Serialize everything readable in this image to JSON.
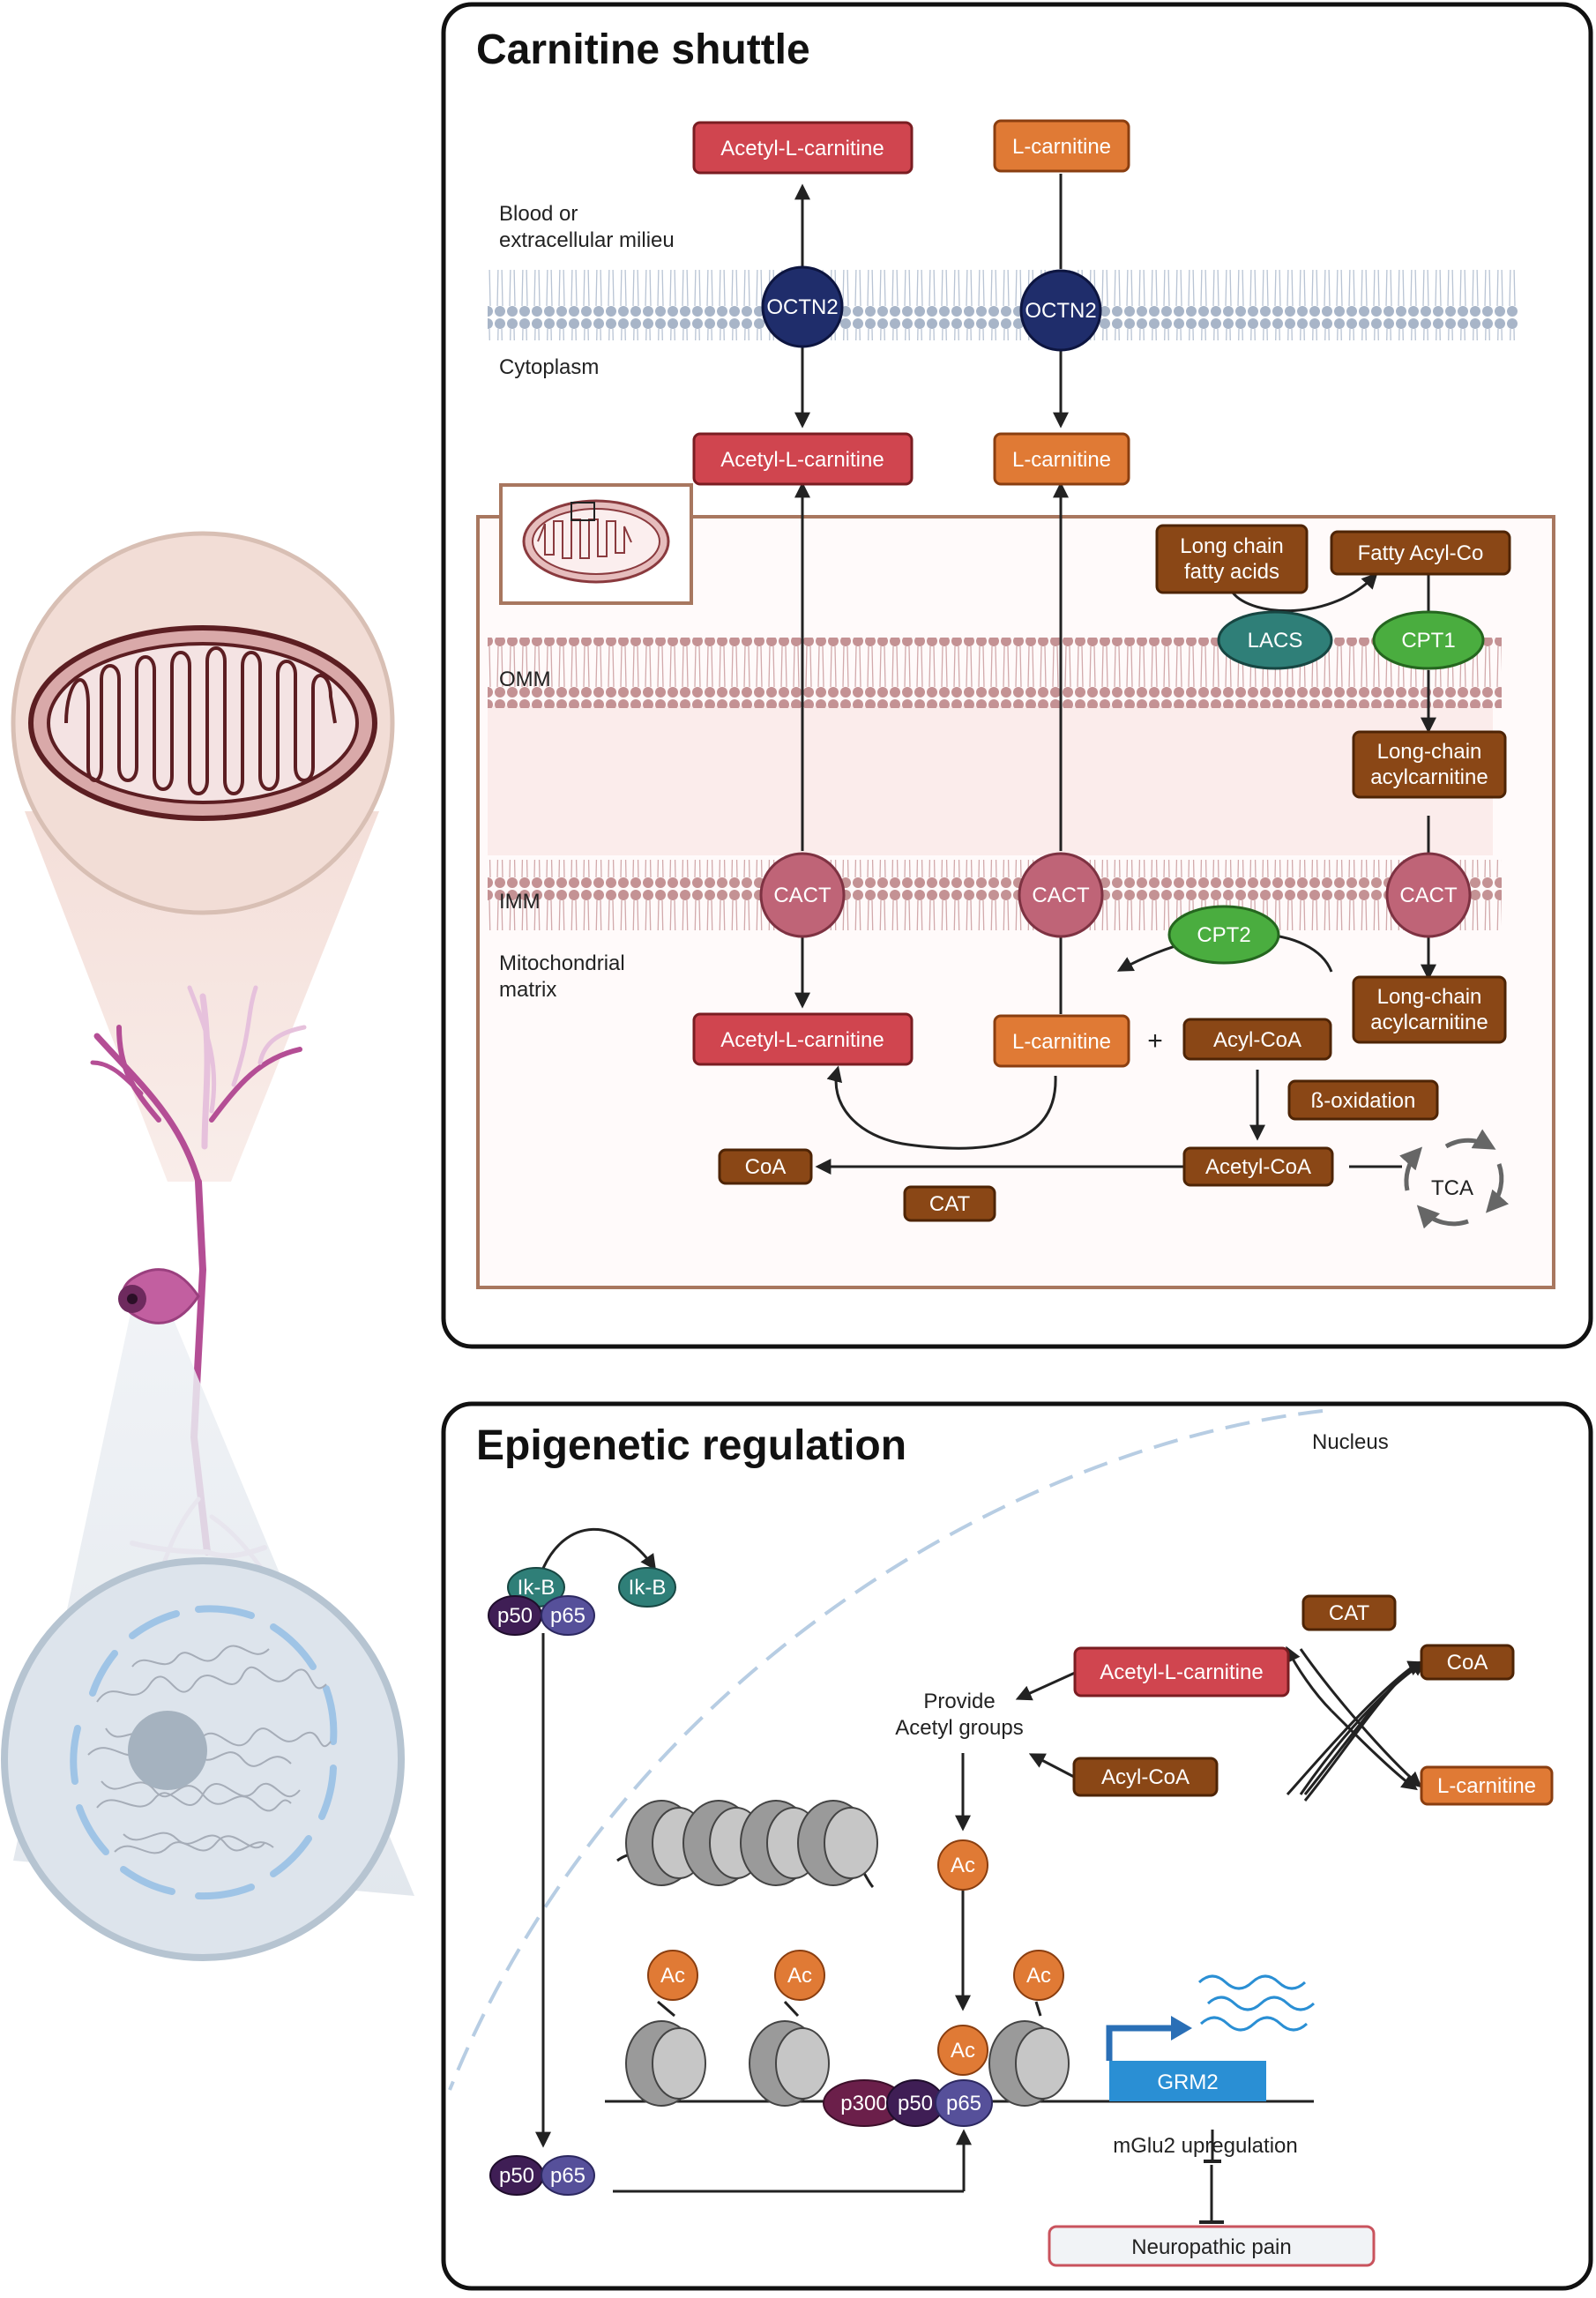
{
  "colors": {
    "red": "#d0454f",
    "orange": "#e07a35",
    "brown": "#8a4716",
    "navy": "#1f2d6b",
    "cact": "#bf6477",
    "green": "#4aad3f",
    "teal": "#2f7f78",
    "purple_dark": "#3f1e55",
    "purple_mid": "#55346f",
    "purple_light": "#56509a",
    "maroon": "#6b1f4a",
    "neuron": "#b44e95",
    "grm2": "#2a8fd4"
  },
  "carnitine_shuttle": {
    "title": "Carnitine shuttle",
    "labels": {
      "blood_line1": "Blood or",
      "blood_line2": "extracellular milieu",
      "cytoplasm": "Cytoplasm",
      "omm": "OMM",
      "imm": "IMM",
      "matrix_line1": "Mitochondrial",
      "matrix_line2": "matrix",
      "plus": "+"
    },
    "boxes": {
      "acetyl_lc_top": "Acetyl-L-carnitine",
      "lc_top": "L-carnitine",
      "acetyl_lc_cyto": "Acetyl-L-carnitine",
      "lc_cyto": "L-carnitine",
      "long_chain_fa_line1": "Long chain",
      "long_chain_fa_line2": "fatty acids",
      "fatty_acyl_co": "Fatty Acyl-Co",
      "lca1_line1": "Long-chain",
      "lca1_line2": "acylcarnitine",
      "lca2_line1": "Long-chain",
      "lca2_line2": "acylcarnitine",
      "acetyl_lc_matrix": "Acetyl-L-carnitine",
      "lc_matrix": "L-carnitine",
      "acyl_coa": "Acyl-CoA",
      "beta_ox": "ß-oxidation",
      "coa": "CoA",
      "acetyl_coa": "Acetyl-CoA",
      "cat": "CAT"
    },
    "proteins": {
      "octn2": "OCTN2",
      "cact": "CACT",
      "lacs": "LACS",
      "cpt1": "CPT1",
      "cpt2": "CPT2",
      "tca": "TCA"
    }
  },
  "epigenetic": {
    "title": "Epigenetic regulation",
    "nucleus": "Nucleus",
    "ikb": "Ik-B",
    "p50": "p50",
    "p65": "p65",
    "p300": "p300",
    "ac": "Ac",
    "provide_line1": "Provide",
    "provide_line2": "Acetyl groups",
    "cat": "CAT",
    "coa": "CoA",
    "acetyl_lc": "Acetyl-L-carnitine",
    "acyl_coa": "Acyl-CoA",
    "lc": "L-carnitine",
    "grm2": "GRM2",
    "mglu2": "mGlu2 upregulation",
    "pain": "Neuropathic pain"
  }
}
